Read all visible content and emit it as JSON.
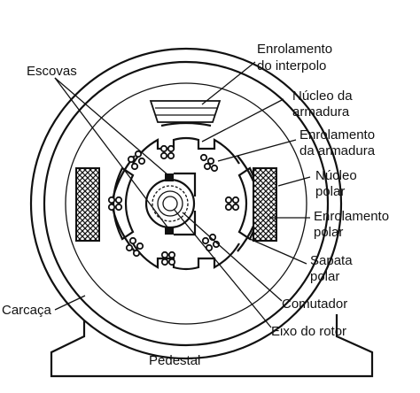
{
  "labels": {
    "enrolamento_interpolo_1": "Enrolamento",
    "enrolamento_interpolo_2": "do interpolo",
    "escovas": "Escovas",
    "nucleo_armadura_1": "Núcleo da",
    "nucleo_armadura_2": "armadura",
    "enrolamento_armadura_1": "Enrolamento",
    "enrolamento_armadura_2": "da armadura",
    "nucleo_polar_1": "Núcleo",
    "nucleo_polar_2": "polar",
    "enrolamento_polar_1": "Enrolamento",
    "enrolamento_polar_2": "polar",
    "sapata_polar_1": "Sapata",
    "sapata_polar_2": "polar",
    "carcaca": "Carcaça",
    "comutador": "Comutador",
    "eixo_rotor": "Eixo do rotor",
    "pedestal": "Pedestal"
  }
}
